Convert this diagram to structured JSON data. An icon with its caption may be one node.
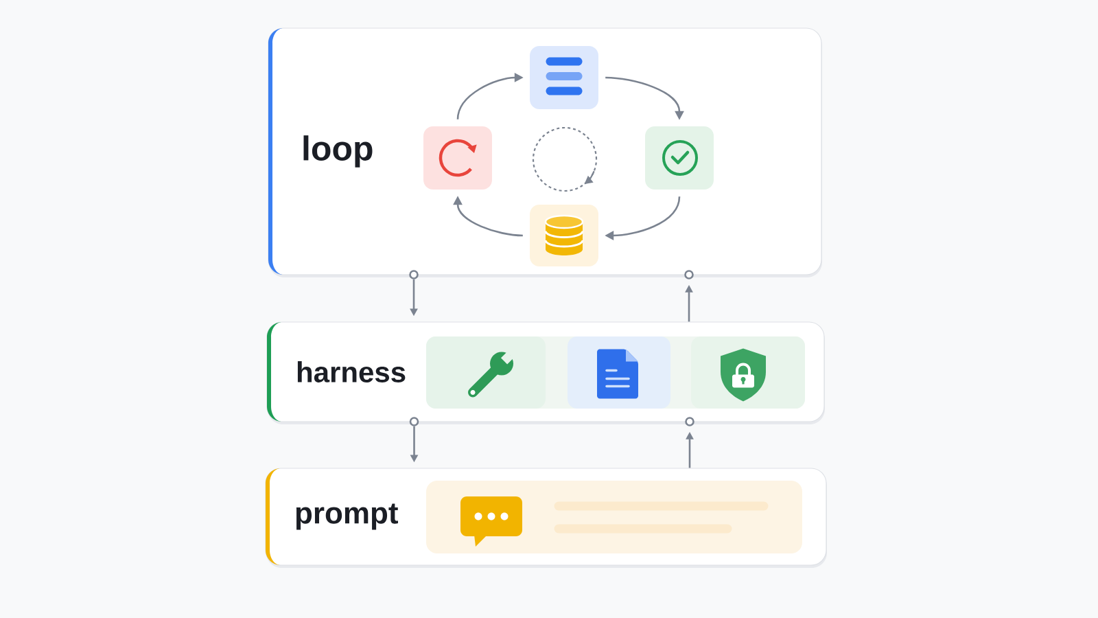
{
  "diagram": {
    "nodes": [
      {
        "text": [
          "loop"
        ]
      },
      {
        "text": [],
        "shape": "picture",
        "in": 0
      },
      {
        "text": [],
        "shape": "picture",
        "in": 0
      },
      {
        "text": [],
        "shape": "picture",
        "in": 0
      },
      {
        "text": [],
        "shape": "picture",
        "in": 0
      },
      {
        "text": [],
        "shape": "circle",
        "in": 0
      },
      {
        "text": [],
        "shape": "circle",
        "in": 0
      },
      {
        "text": [
          "harness"
        ]
      },
      {
        "text": [],
        "shape": "picture",
        "in": 7
      },
      {
        "text": [],
        "shape": "picture",
        "in": 7
      },
      {
        "text": [],
        "shape": "picture",
        "in": 7
      },
      {
        "text": [],
        "shape": "circle",
        "in": 7
      },
      {
        "text": [],
        "shape": "circle",
        "in": 7
      },
      {
        "text": [
          "prompt"
        ]
      },
      {
        "text": [],
        "shape": "box",
        "in": 13
      }
    ],
    "edges": [
      {
        "from": 4,
        "to": 1,
        "arrow": "to"
      },
      {
        "from": 1,
        "to": 2,
        "arrow": "to"
      },
      {
        "from": 2,
        "to": 3,
        "arrow": "to"
      },
      {
        "from": 3,
        "to": 4,
        "arrow": "to"
      },
      {
        "from": 5,
        "to": 7,
        "arrow": "to"
      },
      {
        "from": 7,
        "to": 6,
        "arrow": "to"
      },
      {
        "from": 11,
        "to": 13,
        "arrow": "to"
      },
      {
        "from": 13,
        "to": 12,
        "arrow": "to"
      }
    ]
  }
}
